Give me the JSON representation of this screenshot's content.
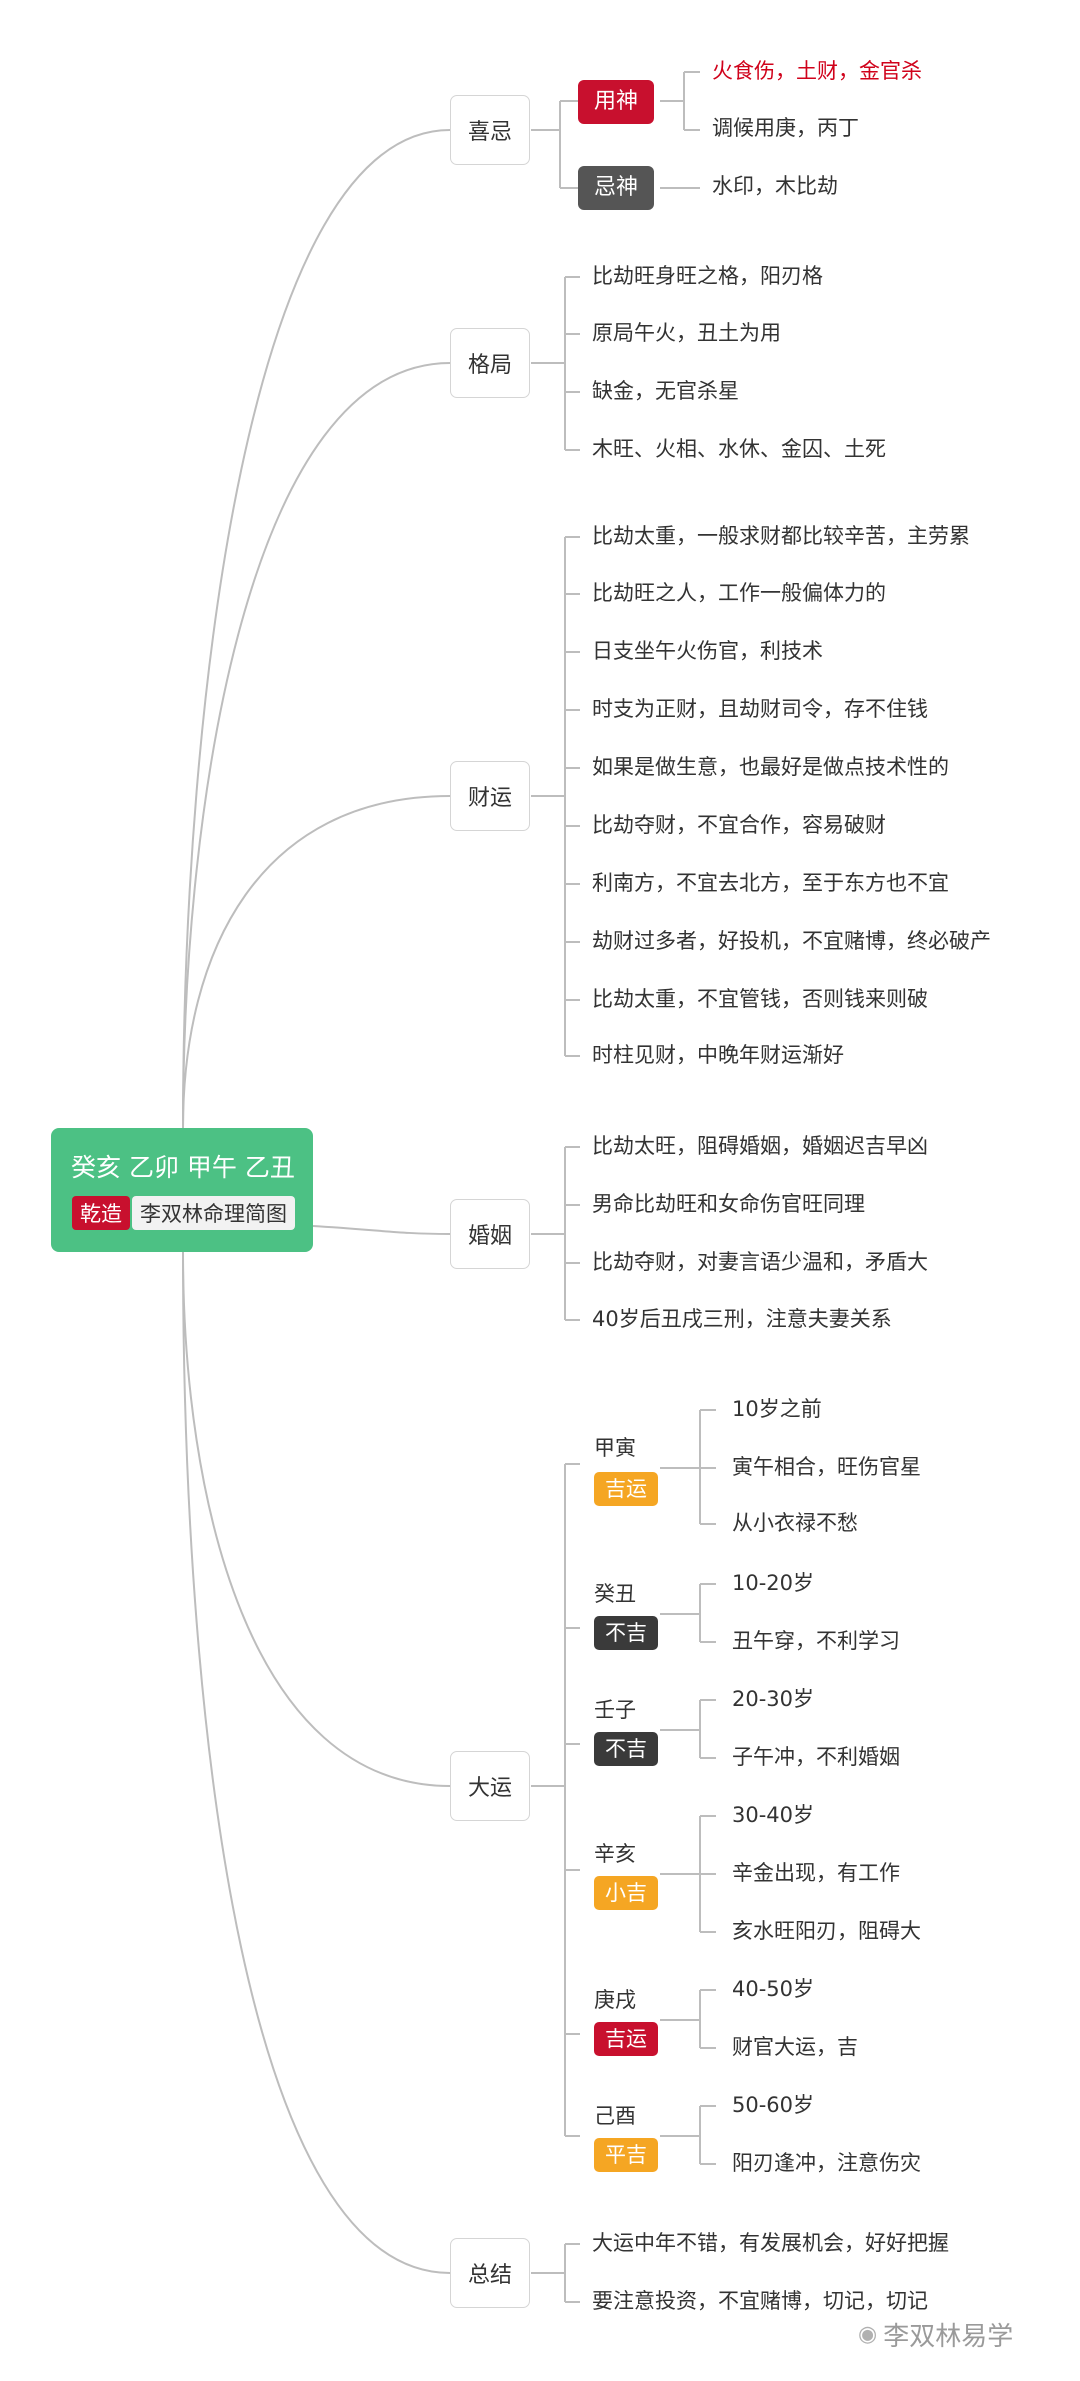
{
  "root": {
    "title": "癸亥 乙卯 甲午 乙丑",
    "badge1": "乾造",
    "badge2": "李双林命理简图"
  },
  "sections": {
    "xiji": {
      "label": "喜忌",
      "yongshen": {
        "label": "用神",
        "items": [
          "火食伤，土财，金官杀",
          "调候用庚，丙丁"
        ]
      },
      "jishen": {
        "label": "忌神",
        "items": [
          "水印，木比劫"
        ]
      }
    },
    "geju": {
      "label": "格局",
      "items": [
        "比劫旺身旺之格，阳刃格",
        "原局午火，丑土为用",
        "缺金，无官杀星",
        "木旺、火相、水休、金囚、土死"
      ]
    },
    "caiyun": {
      "label": "财运",
      "items": [
        "比劫太重，一般求财都比较辛苦，主劳累",
        "比劫旺之人，工作一般偏体力的",
        "日支坐午火伤官，利技术",
        "时支为正财，且劫财司令，存不住钱",
        "如果是做生意，也最好是做点技术性的",
        "比劫夺财，不宜合作，容易破财",
        "利南方，不宜去北方，至于东方也不宜",
        "劫财过多者，好投机，不宜赌博，终必破产",
        "比劫太重，不宜管钱，否则钱来则破",
        "时柱见财，中晚年财运渐好"
      ]
    },
    "hunyin": {
      "label": "婚姻",
      "items": [
        "比劫太旺，阻碍婚姻，婚姻迟吉早凶",
        "男命比劫旺和女命伤官旺同理",
        "比劫夺财，对妻言语少温和，矛盾大",
        "40岁后丑戌三刑，注意夫妻关系"
      ]
    },
    "dayun": {
      "label": "大运",
      "periods": [
        {
          "name": "甲寅",
          "tag": "吉运",
          "items": [
            "10岁之前",
            "寅午相合，旺伤官星",
            "从小衣禄不愁"
          ]
        },
        {
          "name": "癸丑",
          "tag": "不吉",
          "items": [
            "10-20岁",
            "丑午穿，不利学习"
          ]
        },
        {
          "name": "壬子",
          "tag": "不吉",
          "items": [
            "20-30岁",
            "子午冲，不利婚姻"
          ]
        },
        {
          "name": "辛亥",
          "tag": "小吉",
          "items": [
            "30-40岁",
            "辛金出现，有工作",
            "亥水旺阳刃，阻碍大"
          ]
        },
        {
          "name": "庚戌",
          "tag": "吉运",
          "items": [
            "40-50岁",
            "财官大运，吉"
          ]
        },
        {
          "name": "己酉",
          "tag": "平吉",
          "items": [
            "50-60岁",
            "阳刃逢冲，注意伤灾"
          ]
        }
      ]
    },
    "zongjie": {
      "label": "总结",
      "items": [
        "大运中年不错，有发展机会，好好把握",
        "要注意投资，不宜赌博，切记，切记"
      ]
    }
  },
  "colors": {
    "root_bg": "#4cc184",
    "red": "#c8102e",
    "orange": "#f5a623",
    "dark": "#555555",
    "black": "#3a3a3a",
    "line": "#bdbdbd"
  },
  "watermark": {
    "icon": "wechat-icon",
    "text": "李双林易学"
  }
}
